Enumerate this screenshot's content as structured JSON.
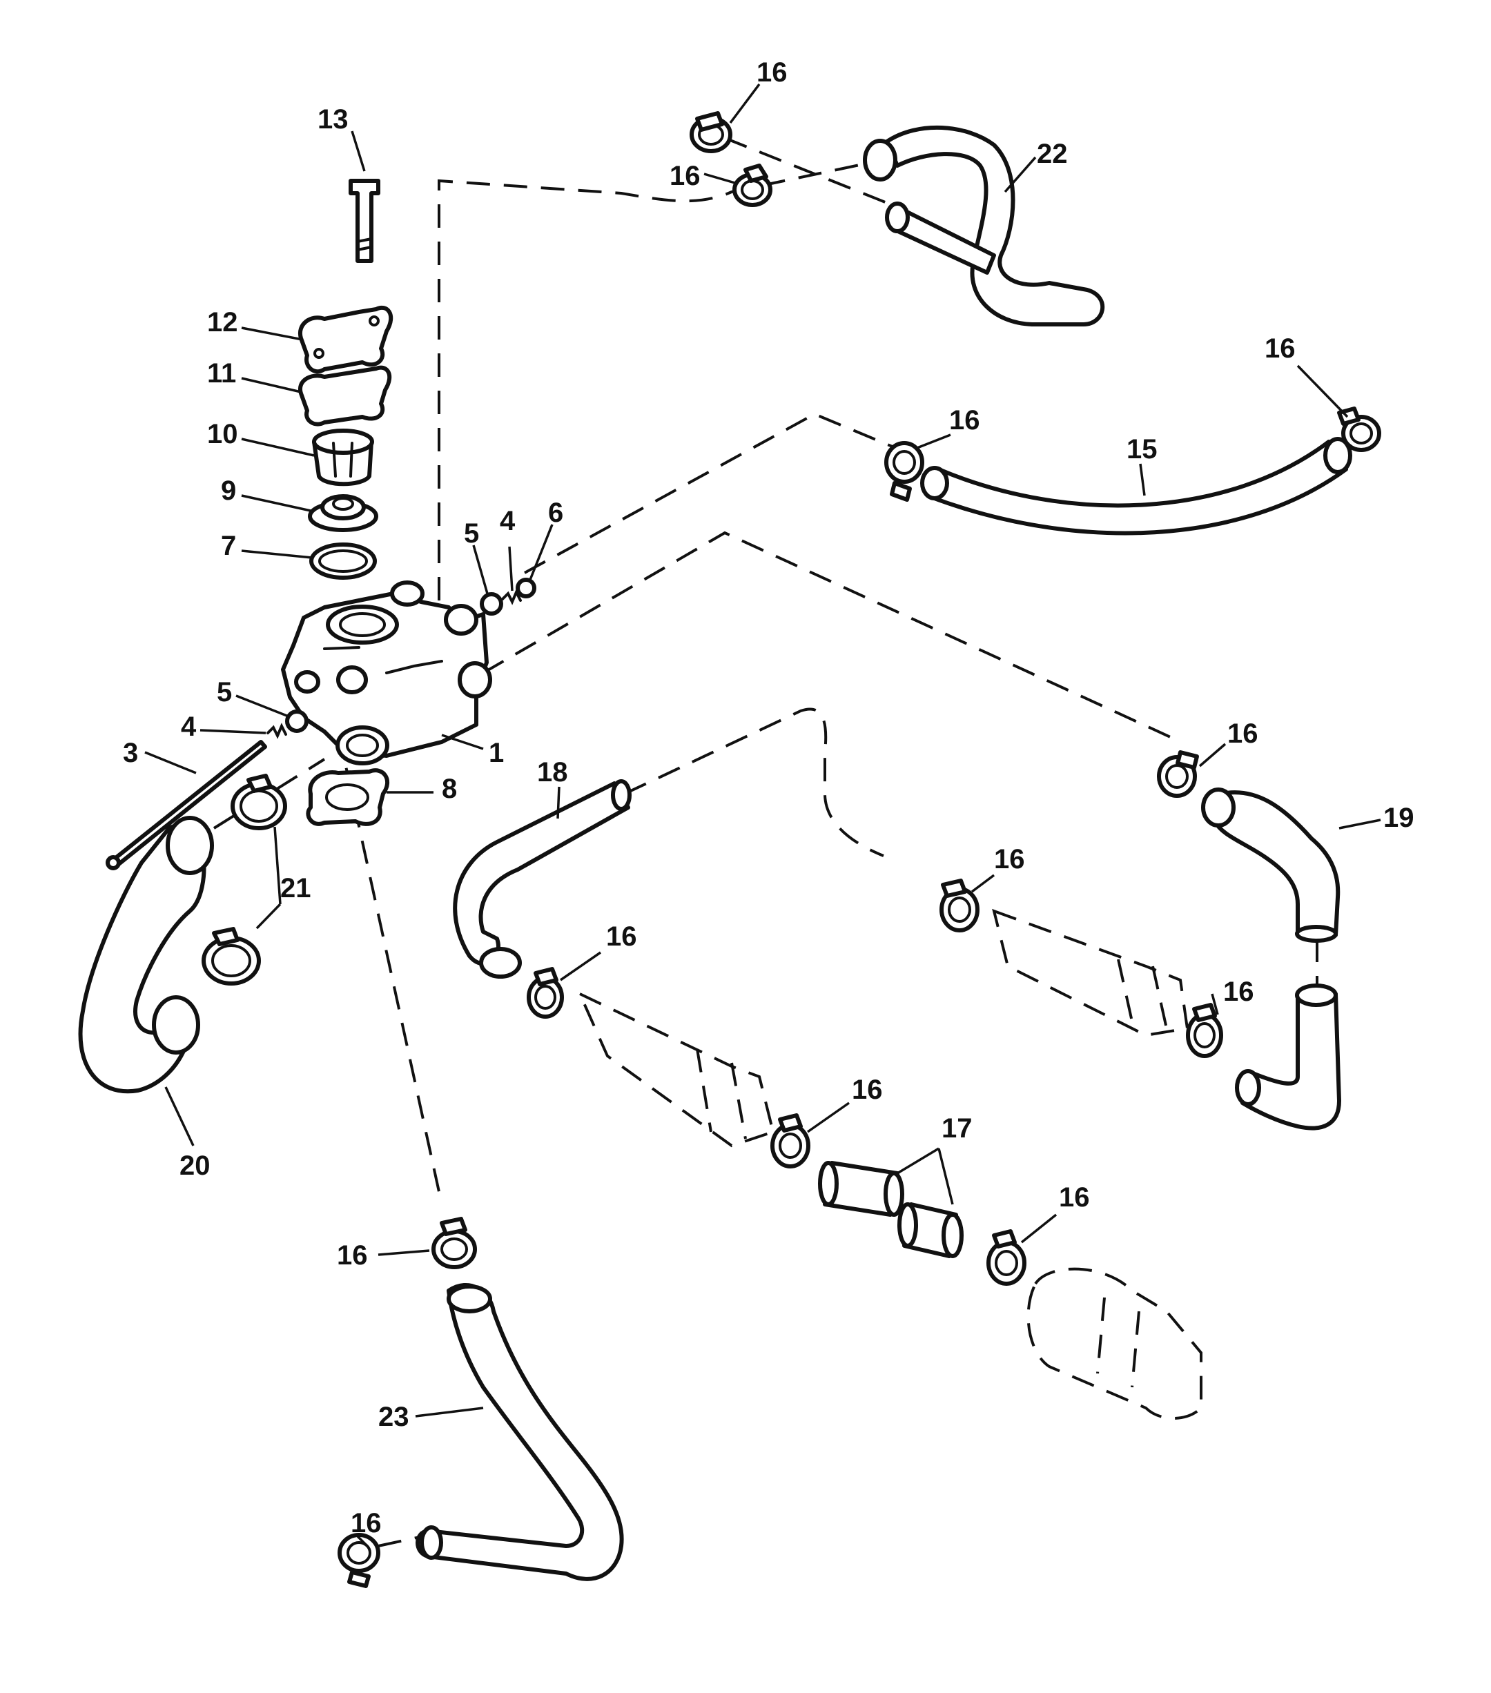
{
  "diagram": {
    "labels": {
      "l1": "1",
      "l3": "3",
      "l4": "4",
      "l5": "5",
      "l6": "6",
      "l7": "7",
      "l8": "8",
      "l9": "9",
      "l10": "10",
      "l11": "11",
      "l12": "12",
      "l13": "13",
      "l15": "15",
      "l16": "16",
      "l17": "17",
      "l18": "18",
      "l19": "19",
      "l20": "20",
      "l21": "21",
      "l22": "22",
      "l23": "23"
    },
    "colors": {
      "ink": "#111111",
      "paper": "#ffffff"
    }
  }
}
